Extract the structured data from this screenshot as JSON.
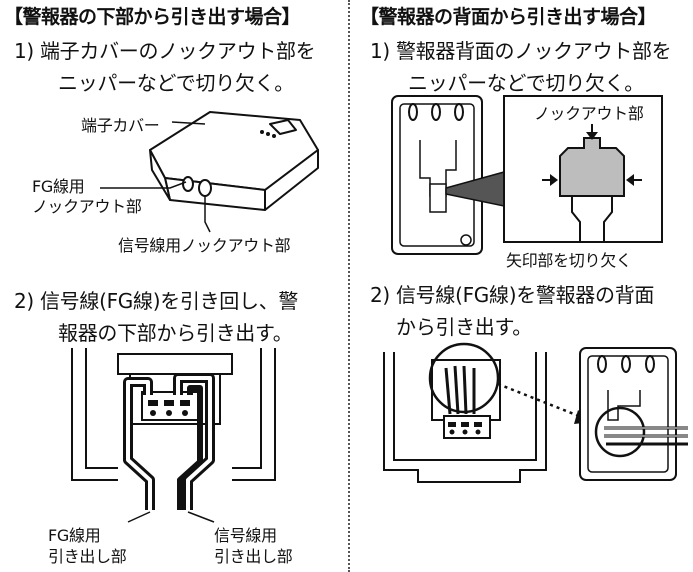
{
  "left": {
    "heading": "【警報器の下部から引き出す場合】",
    "step1": {
      "line1": "1) 端子カバーのノックアウト部を",
      "line2": "ニッパーなどで切り欠く。"
    },
    "fig1_labels": {
      "terminal_cover": "端子カバー",
      "fg_line1": "FG線用",
      "fg_line2": "ノックアウト部",
      "signal_knockout": "信号線用ノックアウト部"
    },
    "step2": {
      "line1": "2) 信号線(FG線)を引き回し、警",
      "line2": "報器の下部から引き出す。"
    },
    "fig2_labels": {
      "fg_exit_line1": "FG線用",
      "fg_exit_line2": "引き出し部",
      "signal_exit_line1": "信号線用",
      "signal_exit_line2": "引き出し部"
    }
  },
  "right": {
    "heading": "【警報器の背面から引き出す場合】",
    "step1": {
      "line1": "1) 警報器背面のノックアウト部を",
      "line2": "ニッパーなどで切り欠く。"
    },
    "fig1_labels": {
      "knockout": "ノックアウト部",
      "arrow_cut": "矢印部を切り欠く"
    },
    "step2": {
      "line1": "2) 信号線(FG線)を警報器の背面",
      "line2": "から引き出す。"
    }
  }
}
